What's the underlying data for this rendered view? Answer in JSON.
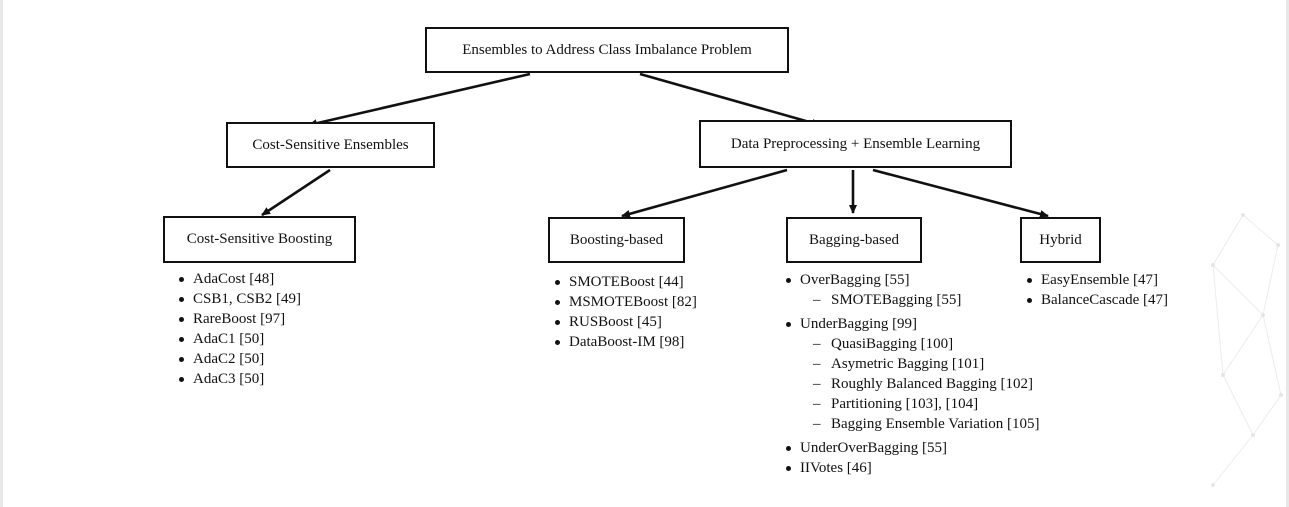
{
  "root": {
    "label": "Ensembles to Address Class Imbalance Problem"
  },
  "cost_sensitive": {
    "label": "Cost-Sensitive Ensembles",
    "child": {
      "label": "Cost-Sensitive Boosting",
      "items": [
        "AdaCost [48]",
        "CSB1, CSB2 [49]",
        "RareBoost [97]",
        "AdaC1 [50]",
        "AdaC2 [50]",
        "AdaC3 [50]"
      ]
    }
  },
  "preprocessing": {
    "label": "Data Preprocessing + Ensemble Learning",
    "boosting": {
      "label": "Boosting-based",
      "items": [
        "SMOTEBoost [44]",
        "MSMOTEBoost [82]",
        "RUSBoost [45]",
        "DataBoost-IM [98]"
      ]
    },
    "bagging": {
      "label": "Bagging-based",
      "items": [
        {
          "label": "OverBagging [55]",
          "sub": [
            "SMOTEBagging [55]"
          ]
        },
        {
          "label": "UnderBagging [99]",
          "sub": [
            "QuasiBagging [100]",
            "Asymetric Bagging [101]",
            "Roughly Balanced Bagging [102]",
            "Partitioning [103], [104]",
            "Bagging Ensemble Variation [105]"
          ]
        },
        {
          "label": "UnderOverBagging [55]"
        },
        {
          "label": "IIVotes [46]"
        }
      ]
    },
    "hybrid": {
      "label": "Hybrid",
      "items": [
        "EasyEnsemble [47]",
        "BalanceCascade [47]"
      ]
    }
  }
}
